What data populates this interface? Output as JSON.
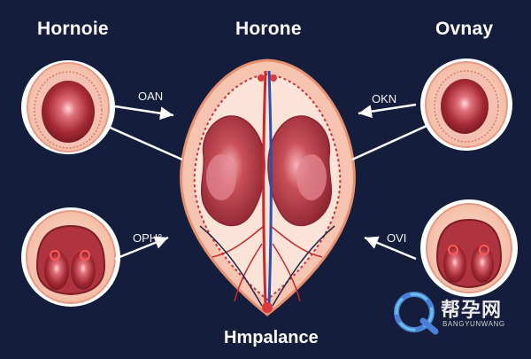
{
  "labels": {
    "top_left": "Hornoie",
    "top_center": "Horone",
    "top_right": "Ovnay",
    "arrow_upper_left": "OAN",
    "arrow_upper_right": "OKN",
    "arrow_lower_left": "OPH°",
    "arrow_lower_right": "OVI",
    "bottom_center": "Hmpalance"
  },
  "watermark": {
    "text": "帮孕网",
    "subtext": "BANGYUNWANG"
  },
  "colors": {
    "background": "#141d3b",
    "tissue_outer": "#f2b9a6",
    "tissue_inner": "#fce6da",
    "organ_red": "#b8323a",
    "vessel_blue": "#2b4fb0",
    "arrow_white": "#ffffff"
  }
}
